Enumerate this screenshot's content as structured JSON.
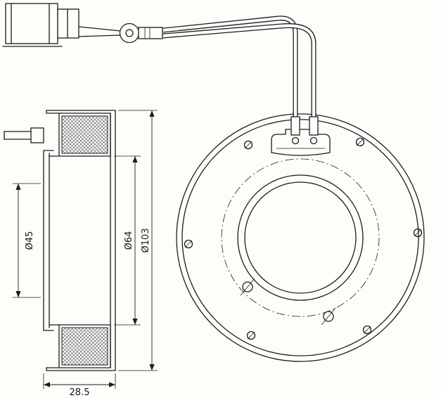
{
  "drawing": {
    "title": "electromagnetic coil technical drawing",
    "dimensions": {
      "inner_diameter": "Ø45",
      "middle_diameter": "Ø64",
      "outer_diameter": "Ø103",
      "depth": "28.5"
    },
    "colors": {
      "line": "#1c1c1c",
      "background": "#fdfdfa"
    }
  }
}
